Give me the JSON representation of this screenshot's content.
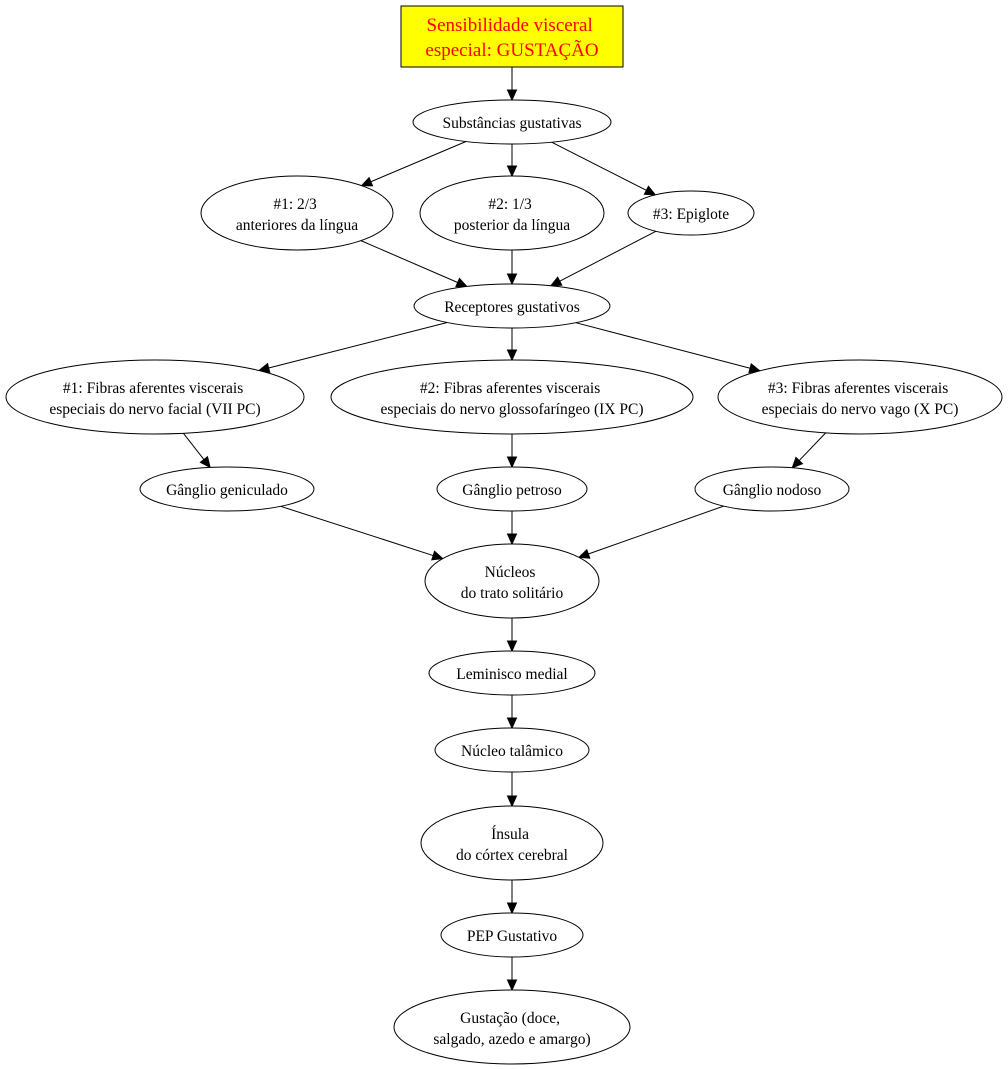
{
  "colors": {
    "title_fill": "#ffff00",
    "title_text": "#ff0000",
    "node_stroke": "#000000"
  },
  "nodes": {
    "title": [
      "Sensibilidade visceral",
      "especial: GUSTAÇÃO"
    ],
    "substancias": [
      "Substâncias gustativas"
    ],
    "lingua_anterior": [
      "#1: 2/3",
      "anteriores da língua"
    ],
    "lingua_posterior": [
      "#2: 1/3",
      "posterior da língua"
    ],
    "epiglote": [
      "#3: Epiglote"
    ],
    "receptores": [
      "Receptores gustativos"
    ],
    "fibras_facial": [
      "#1: Fibras aferentes viscerais",
      "especiais do nervo facial (VII PC)"
    ],
    "fibras_glosso": [
      "#2: Fibras aferentes viscerais",
      "especiais do nervo glossofaríngeo (IX PC)"
    ],
    "fibras_vago": [
      "#3: Fibras aferentes viscerais",
      "especiais do nervo vago (X PC)"
    ],
    "ganglio_geniculado": [
      "Gânglio geniculado"
    ],
    "ganglio_petroso": [
      "Gânglio petroso"
    ],
    "ganglio_nodoso": [
      "Gânglio nodoso"
    ],
    "nucleos_trato": [
      "Núcleos",
      "do trato solitário"
    ],
    "leminisco": [
      "Leminisco medial"
    ],
    "nucleo_talamico": [
      "Núcleo talâmico"
    ],
    "insula": [
      "Ínsula",
      "do córtex cerebral"
    ],
    "pep": [
      "PEP Gustativo"
    ],
    "gustacao": [
      "Gustação (doce,",
      "salgado, azedo e amargo)"
    ]
  },
  "edges": [
    [
      "title",
      "substancias"
    ],
    [
      "substancias",
      "lingua_anterior"
    ],
    [
      "substancias",
      "lingua_posterior"
    ],
    [
      "substancias",
      "epiglote"
    ],
    [
      "lingua_anterior",
      "receptores"
    ],
    [
      "lingua_posterior",
      "receptores"
    ],
    [
      "epiglote",
      "receptores"
    ],
    [
      "receptores",
      "fibras_facial"
    ],
    [
      "receptores",
      "fibras_glosso"
    ],
    [
      "receptores",
      "fibras_vago"
    ],
    [
      "fibras_facial",
      "ganglio_geniculado"
    ],
    [
      "fibras_glosso",
      "ganglio_petroso"
    ],
    [
      "fibras_vago",
      "ganglio_nodoso"
    ],
    [
      "ganglio_geniculado",
      "nucleos_trato"
    ],
    [
      "ganglio_petroso",
      "nucleos_trato"
    ],
    [
      "ganglio_nodoso",
      "nucleos_trato"
    ],
    [
      "nucleos_trato",
      "leminisco"
    ],
    [
      "leminisco",
      "nucleo_talamico"
    ],
    [
      "nucleo_talamico",
      "insula"
    ],
    [
      "insula",
      "pep"
    ],
    [
      "pep",
      "gustacao"
    ]
  ]
}
